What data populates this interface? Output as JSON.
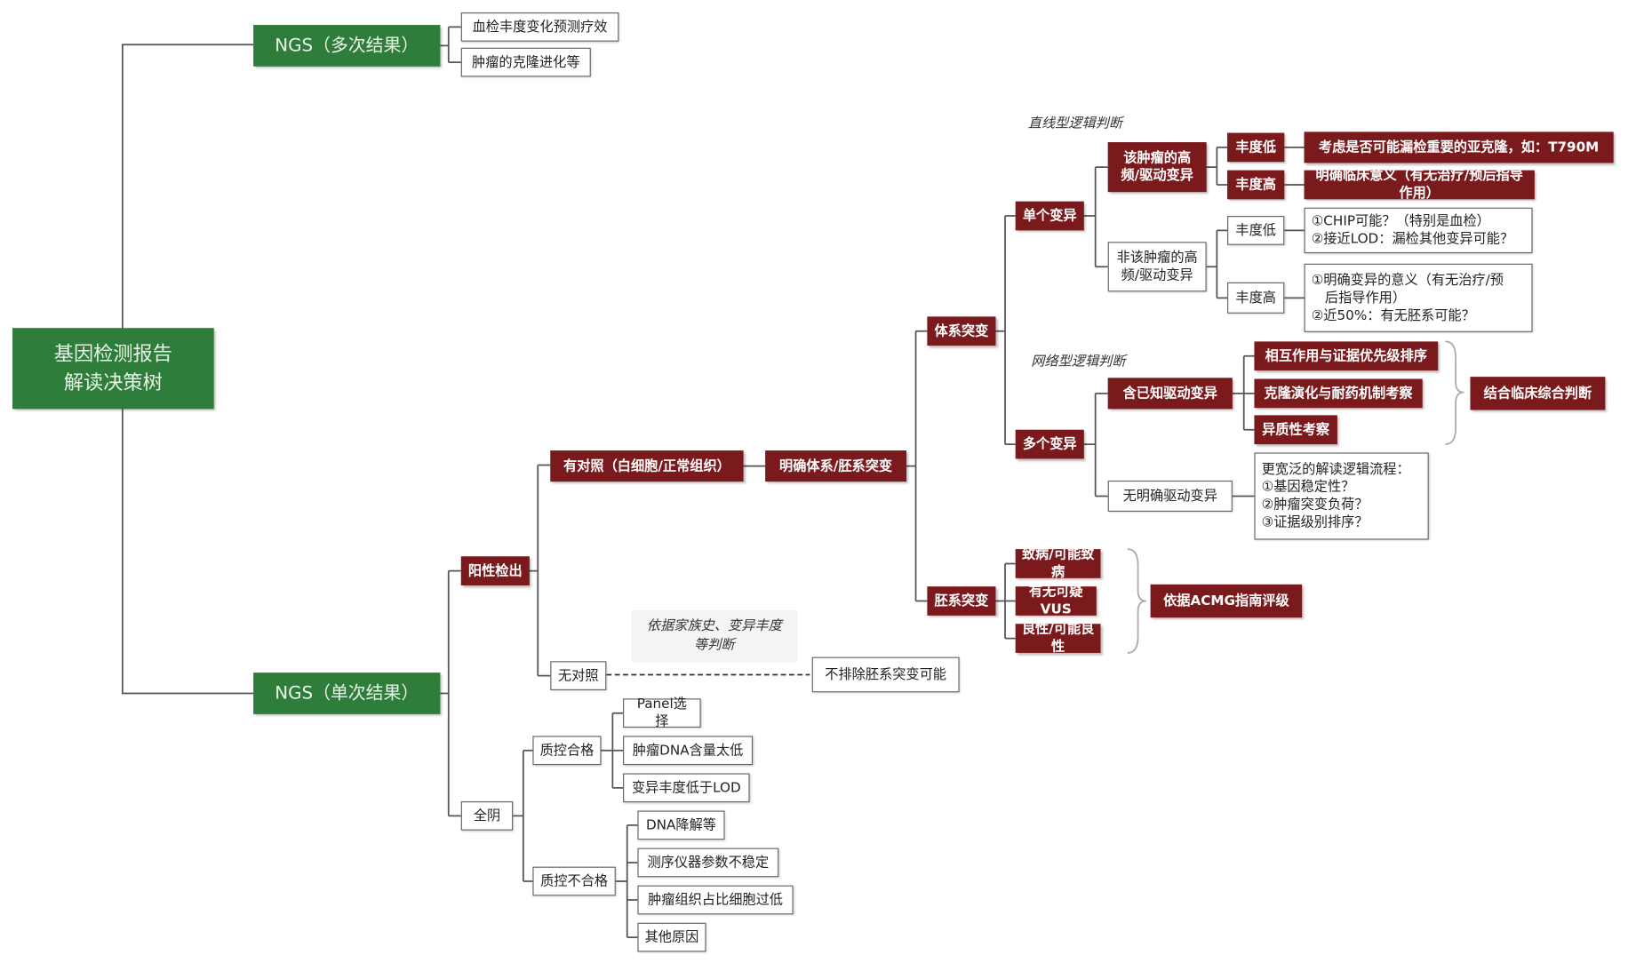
{
  "root": "基因检测报告\n解读决策树",
  "ngs_multi": {
    "label": "NGS（多次结果）",
    "children": [
      "血检丰度变化预测疗效",
      "肿瘤的克隆进化等"
    ]
  },
  "ngs_single": {
    "label": "NGS（单次结果）"
  },
  "positive": {
    "label": "阳性检出",
    "with_control": "有对照（白细胞/正常组织）",
    "clear": "明确体系/胚系突变",
    "no_control": "无对照",
    "no_control_note": "依据家族史、变异丰度\n等判断",
    "no_control_result": "不排除胚系突变可能"
  },
  "somatic": {
    "label": "体系突变",
    "linear_label": "直线型逻辑判断",
    "network_label": "网络型逻辑判断",
    "single": "单个变异",
    "driver": "该肿瘤的高\n频/驱动变异",
    "non_driver": "非该肿瘤的高\n频/驱动变异",
    "low": "丰度低",
    "high": "丰度高",
    "driver_low_result": "考虑是否可能漏检重要的亚克隆，如：T790M",
    "driver_high_result": "明确临床意义（有无治疗/预后指导作用）",
    "nondriver_low_result": "①CHIP可能？（特别是血检）\n②接近LOD：漏检其他变异可能？",
    "nondriver_high_result": "①明确变异的意义（有无治疗/预\n　后指导作用）\n②近50%：有无胚系可能？",
    "multiple": "多个变异",
    "known_driver": "含已知驱动变异",
    "no_driver": "无明确驱动变异",
    "known_items": [
      "相互作用与证据优先级排序",
      "克隆演化与耐药机制考察",
      "异质性考察"
    ],
    "known_result": "结合临床综合判断",
    "no_driver_result": "更宽泛的解读逻辑流程：\n①基因稳定性？\n②肿瘤突变负荷？\n③证据级别排序？"
  },
  "germline": {
    "label": "胚系突变",
    "items": [
      "致病/可能致病",
      "有无可疑VUS",
      "良性/可能良性"
    ],
    "result": "依据ACMG指南评级"
  },
  "negative": {
    "label": "全阴",
    "qc_pass": "质控合格",
    "qc_pass_items": [
      "Panel选择",
      "肿瘤DNA含量太低",
      "变异丰度低于LOD"
    ],
    "qc_fail": "质控不合格",
    "qc_fail_items": [
      "DNA降解等",
      "测序仪器参数不稳定",
      "肿瘤组织占比细胞过低",
      "其他原因"
    ]
  },
  "colors": {
    "red": "#7b1a1c",
    "green": "#2f7d3b"
  }
}
